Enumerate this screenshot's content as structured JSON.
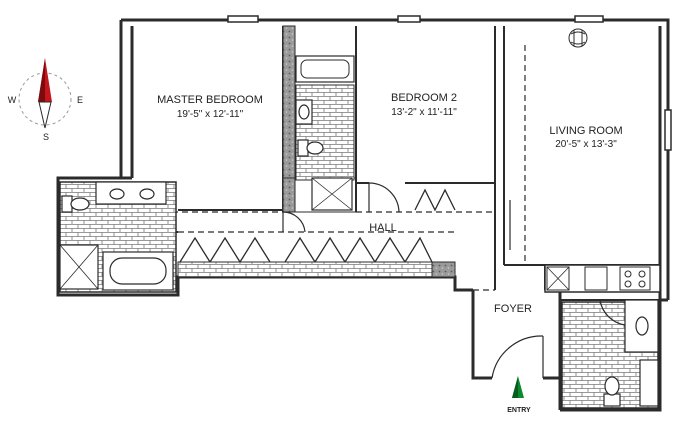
{
  "colors": {
    "wall": "#2b2b2b",
    "wall_fill": "#8e8e8e",
    "tile": "#7a7a7a",
    "compass_red": "#c4161c",
    "entry_green": "#0a8a2e",
    "background": "#ffffff"
  },
  "compass": {
    "north": "",
    "west": "W",
    "east": "E",
    "south": "S"
  },
  "rooms": {
    "master": {
      "name": "MASTER BEDROOM",
      "dims": "19'-5\" x 12'-11\""
    },
    "bedroom2": {
      "name": "BEDROOM 2",
      "dims": "13'-2\" x 11'-11\""
    },
    "living": {
      "name": "LIVING ROOM",
      "dims": "20'-5\" x 13'-3\""
    },
    "hall": {
      "name": "HALL"
    },
    "foyer": {
      "name": "FOYER"
    }
  },
  "entry": {
    "label": "ENTRY"
  },
  "icons": [
    "compass-icon",
    "entry-arrow-icon",
    "bathtub-icon",
    "toilet-icon",
    "sink-icon",
    "shower-icon",
    "stove-icon",
    "plant-icon",
    "closet-door-icon",
    "door-swing-icon"
  ]
}
